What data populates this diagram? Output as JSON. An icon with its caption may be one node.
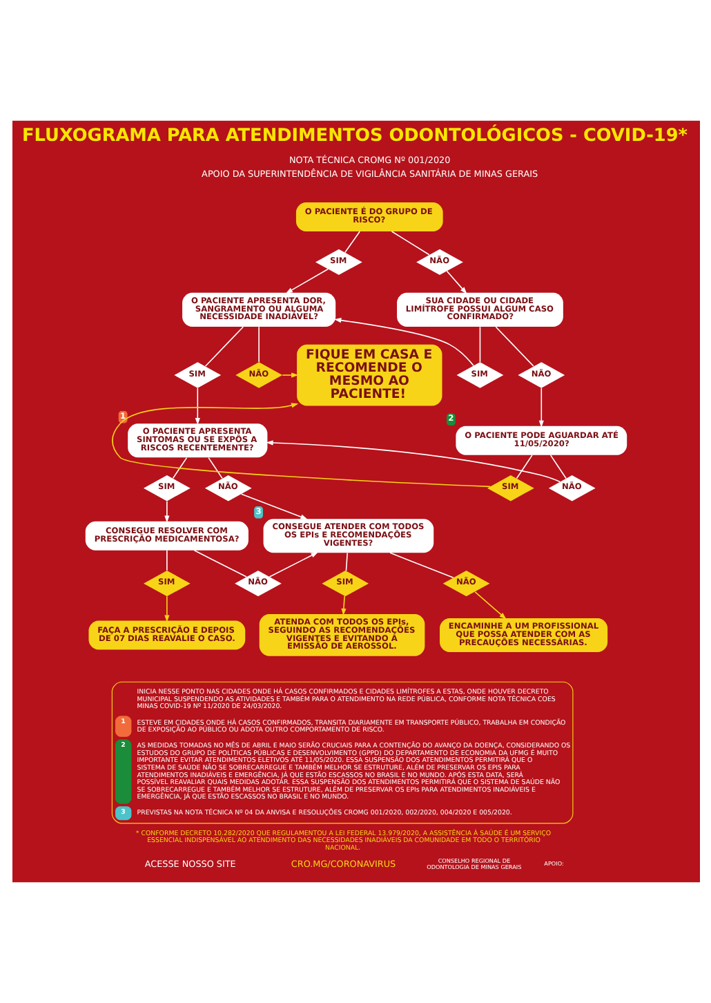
{
  "diagram": {
    "title": "FLUXOGRAMA PARA ATENDIMENTOS ODONTOLÓGICOS - COVID-19*",
    "nodes": [
      {
        "text": [
          "O PACIENTE É DO GRUPO DE RISCO?"
        ]
      },
      {
        "text": [
          "SIM"
        ]
      },
      {
        "text": [
          "NÃO"
        ]
      },
      {
        "text": [
          "O PACIENTE APRESENTA DOR, SANGRAMENTO OU ALGUMA NECESSIDADE INADIÁVEL?"
        ]
      },
      {
        "text": [
          "SUA CIDADE OU CIDADE LIMÍTROFE POSSUI ALGUM CASO CONFIRMADO?"
        ]
      },
      {
        "text": [
          "SIM"
        ]
      },
      {
        "text": [
          "NÃO"
        ]
      },
      {
        "text": [
          "FIQUE EM CASA E RECOMENDE O MESMO AO PACIENTE!"
        ]
      },
      {
        "text": [
          "SIM"
        ]
      },
      {
        "text": [
          "NÃO"
        ]
      },
      {
        "text": [
          "O PACIENTE APRESENTA SINTOMAS OU SE EXPÔS A RISCOS RECENTEMENTE?"
        ],
        "beside": [
          "1"
        ]
      },
      {
        "text": [
          "O PACIENTE PODE AGUARDAR ATÉ 11/05/2020?"
        ],
        "beside": [
          "2"
        ]
      },
      {
        "text": [
          "SIM"
        ]
      },
      {
        "text": [
          "NÃO"
        ]
      },
      {
        "text": [
          "SIM"
        ]
      },
      {
        "text": [
          "NÃO"
        ]
      },
      {
        "text": [
          "CONSEGUE RESOLVER COM PRESCRIÇÃO MEDICAMENTOSA?"
        ]
      },
      {
        "text": [
          "CONSEGUE ATENDER COM TODOS OS EPIs E RECOMENDAÇÕES VIGENTES?"
        ],
        "beside": [
          "3"
        ]
      },
      {
        "text": [
          "SIM"
        ]
      },
      {
        "text": [
          "NÃO"
        ]
      },
      {
        "text": [
          "SIM"
        ]
      },
      {
        "text": [
          "NÃO"
        ]
      },
      {
        "text": [
          "FAÇA A PRESCRIÇÃO E DEPOIS DE 07 DIAS REAVALIE O CASO."
        ]
      },
      {
        "text": [
          "ATENDA COM TODOS OS EPIs, SEGUINDO AS RECOMENDAÇÕES VIGENTES E EVITANDO A EMISSÃO DE AEROSSOL."
        ]
      },
      {
        "text": [
          "ENCAMINHE A UM PROFISSIONAL QUE POSSA ATENDER COM AS PRECAUÇÕES NECESSÁRIAS."
        ]
      }
    ],
    "edges": [
      {
        "from": 0,
        "to": 1,
        "arrow": "none"
      },
      {
        "from": 0,
        "to": 2,
        "arrow": "none"
      },
      {
        "from": 1,
        "to": 3,
        "arrow": "to"
      },
      {
        "from": 2,
        "to": 4,
        "arrow": "to"
      },
      {
        "from": 3,
        "to": 5,
        "arrow": "none"
      },
      {
        "from": 3,
        "to": 6,
        "arrow": "none"
      },
      {
        "from": 5,
        "to": 10,
        "arrow": "to"
      },
      {
        "from": 6,
        "to": 7,
        "arrow": "to",
        "color": "#f7d417"
      },
      {
        "from": 4,
        "to": 8,
        "arrow": "none"
      },
      {
        "from": 4,
        "to": 9,
        "arrow": "none"
      },
      {
        "from": 8,
        "to": 3,
        "arrow": "to"
      },
      {
        "from": 9,
        "to": 11,
        "arrow": "to"
      },
      {
        "from": 11,
        "to": 12,
        "arrow": "none"
      },
      {
        "from": 11,
        "to": 13,
        "arrow": "none"
      },
      {
        "from": 12,
        "to": 7,
        "arrow": "to",
        "color": "#f7d417"
      },
      {
        "from": 13,
        "to": 10,
        "arrow": "to"
      },
      {
        "from": 10,
        "to": 14,
        "arrow": "none"
      },
      {
        "from": 10,
        "to": 15,
        "arrow": "none"
      },
      {
        "from": 14,
        "to": 16,
        "arrow": "to"
      },
      {
        "from": 15,
        "to": 17,
        "arrow": "to"
      },
      {
        "from": 16,
        "to": 18,
        "arrow": "none"
      },
      {
        "from": 16,
        "to": 19,
        "arrow": "none"
      },
      {
        "from": 18,
        "to": 22,
        "arrow": "to",
        "color": "#f7d417"
      },
      {
        "from": 19,
        "to": 17,
        "arrow": "to"
      },
      {
        "from": 17,
        "to": 20,
        "arrow": "none"
      },
      {
        "from": 17,
        "to": 21,
        "arrow": "none"
      },
      {
        "from": 20,
        "to": 23,
        "arrow": "to",
        "color": "#f7d417"
      },
      {
        "from": 21,
        "to": 24,
        "arrow": "to",
        "color": "#f7d417"
      }
    ],
    "labels": [
      "NOTA TÉCNICA CROMG Nº 001/2020",
      "APOIO DA SUPERINTENDÊNCIA DE VIGILÂNCIA SANITÁRIA DE MINAS GERAIS",
      "INICIA NESSE PONTO NAS CIDADES ONDE HÁ CASOS CONFIRMADOS E CIDADES LIMÍTROFES A ESTAS, ONDE HOUVER DECRETO MUNICIPAL SUSPENDENDO AS ATIVIDADES E TAMBÉM PARA O ATENDIMENTO NA REDE PÚBLICA, CONFORME NOTA TÉCNICA COES MINAS COVID-19 Nº 11/2020 DE 24/03/2020.",
      "1",
      "ESTEVE EM CIDADES ONDE HÁ CASOS CONFIRMADOS, TRANSITA DIARIAMENTE EM TRANSPORTE PÚBLICO, TRABALHA EM CONDIÇÃO DE EXPOSIÇÃO AO PÚBLICO OU ADOTA OUTRO COMPORTAMENTO DE RISCO.",
      "2",
      "AS MEDIDAS TOMADAS NO MÊS DE ABRIL E MAIO SERÃO CRUCIAIS PARA A CONTENÇÃO DO AVANÇO DA DOENÇA, CONSIDERANDO OS ESTUDOS DO GRUPO DE POLÍTICAS PÚBLICAS E DESENVOLVIMENTO (GPPD) DO DEPARTAMENTO DE ECONOMIA DA UFMG É MUITO IMPORTANTE EVITAR ATENDIMENTOS ELETIVOS ATÉ 11/05/2020. ESSA SUSPENSÃO DOS ATENDIMENTOS PERMITIRÁ QUE O SISTEMA DE SAÚDE NÃO SE SOBRECARREGUE E TAMBÉM MELHOR SE ESTRUTURE, ALÉM DE PRESERVAR OS EPIS PARA ATENDIMENTOS INADIÁVEIS E EMERGÊNCIA, JÁ QUE ESTÃO ESCASSOS NO BRASIL E NO MUNDO. APÓS ESTA DATA, SERÁ POSSÍVEL REAVALIAR QUAIS MEDIDAS ADOTAR. ESSA SUSPENSÃO DOS ATENDIMENTOS PERMITIRÁ QUE O SISTEMA DE SAÚDE NÃO SE SOBRECARREGUE E TAMBÉM MELHOR SE ESTRUTURE, ALÉM DE PRESERVAR OS EPIs PARA ATENDIMENTOS INADIÁVEIS E EMERGÊNCIA, JÁ QUE ESTÃO ESCASSOS NO BRASIL E NO MUNDO.",
      "3",
      "PREVISTAS NA NOTA TÉCNICA Nº 04 DA ANVISA E RESOLUÇÕES CROMG 001/2020, 002/2020, 004/2020 E 005/2020.",
      "* CONFORME DECRETO 10.282/2020 QUE REGULAMENTOU A LEI FEDERAL 13.979/2020, A ASSISTÊNCIA À SAÚDE É UM SERVIÇO ESSENCIAL INDISPENSÁVEL AO ATENDIMENTO DAS NECESSIDADES INADIÁVEIS DA COMUNIDADE EM TODO O TERRITÓRIO NACIONAL.",
      "ACESSE NOSSO SITE",
      "CRO.MG/CORONAVIRUS",
      "CONSELHO REGIONAL DE ODONTOLOGIA DE MINAS GERAIS",
      "APOIO:"
    ]
  }
}
